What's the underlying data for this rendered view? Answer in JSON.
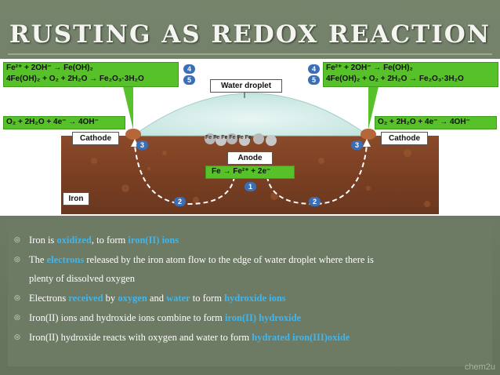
{
  "slide": {
    "title": "RUSTING AS REDOX REACTION",
    "watermark": "chem2u"
  },
  "diagram": {
    "left_equations": [
      "Fe²⁺ + 2OH⁻ → Fe(OH)₂",
      "4Fe(OH)₂ + O₂ + 2H₂O → Fe₂O₃·3H₂O"
    ],
    "right_equations": [
      "Fe²⁺ + 2OH⁻ → Fe(OH)₂",
      "4Fe(OH)₂ + O₂ + 2H₂O → Fe₂O₃·3H₂O"
    ],
    "left_reduction": "O₂ + 2H₂O + 4e⁻ → 4OH⁻",
    "right_reduction": "O₂ + 2H₂O + 4e⁻ → 4OH⁻",
    "water_droplet": "Water droplet",
    "cathode_left": "Cathode",
    "cathode_right": "Cathode",
    "anode": "Anode",
    "anode_equation": "Fe → Fe²⁺ + 2e⁻",
    "iron": "Iron",
    "ion_cluster": "Fe Fe Fe Fe Fe Fe",
    "badges": {
      "b4": "4",
      "b5": "5",
      "b3": "3",
      "b2": "2",
      "b1": "1"
    }
  },
  "bullets": [
    {
      "parts": [
        {
          "t": "Iron is ",
          "hl": false
        },
        {
          "t": "oxidized",
          "hl": true
        },
        {
          "t": ", to form ",
          "hl": false
        },
        {
          "t": "iron(II) ions",
          "hl": true
        }
      ]
    },
    {
      "parts": [
        {
          "t": "The ",
          "hl": false
        },
        {
          "t": "electrons",
          "hl": true
        },
        {
          "t": " released by the iron atom flow to the edge of water droplet where there is",
          "hl": false
        }
      ]
    },
    {
      "parts": [
        {
          "t": "plenty of dissolved oxygen",
          "hl": false
        }
      ],
      "continuation": true
    },
    {
      "parts": [
        {
          "t": "Electrons ",
          "hl": false
        },
        {
          "t": "received",
          "hl": true
        },
        {
          "t": " by ",
          "hl": false
        },
        {
          "t": "oxygen",
          "hl": true
        },
        {
          "t": " and ",
          "hl": false
        },
        {
          "t": "water",
          "hl": true
        },
        {
          "t": " to form ",
          "hl": false
        },
        {
          "t": "hydroxide ions",
          "hl": true
        }
      ]
    },
    {
      "parts": [
        {
          "t": "Iron(II) ions and hydroxide ions combine to form ",
          "hl": false
        },
        {
          "t": "iron(II) hydroxide",
          "hl": true
        }
      ]
    },
    {
      "parts": [
        {
          "t": "Iron(II) hydroxide reacts with oxygen and water to form ",
          "hl": false
        },
        {
          "t": "hydrated iron(III)oxide",
          "hl": true
        }
      ]
    }
  ],
  "colors": {
    "highlight": "#3fb7ee",
    "green_box": "#57c12a",
    "badge": "#3a6fb7"
  }
}
